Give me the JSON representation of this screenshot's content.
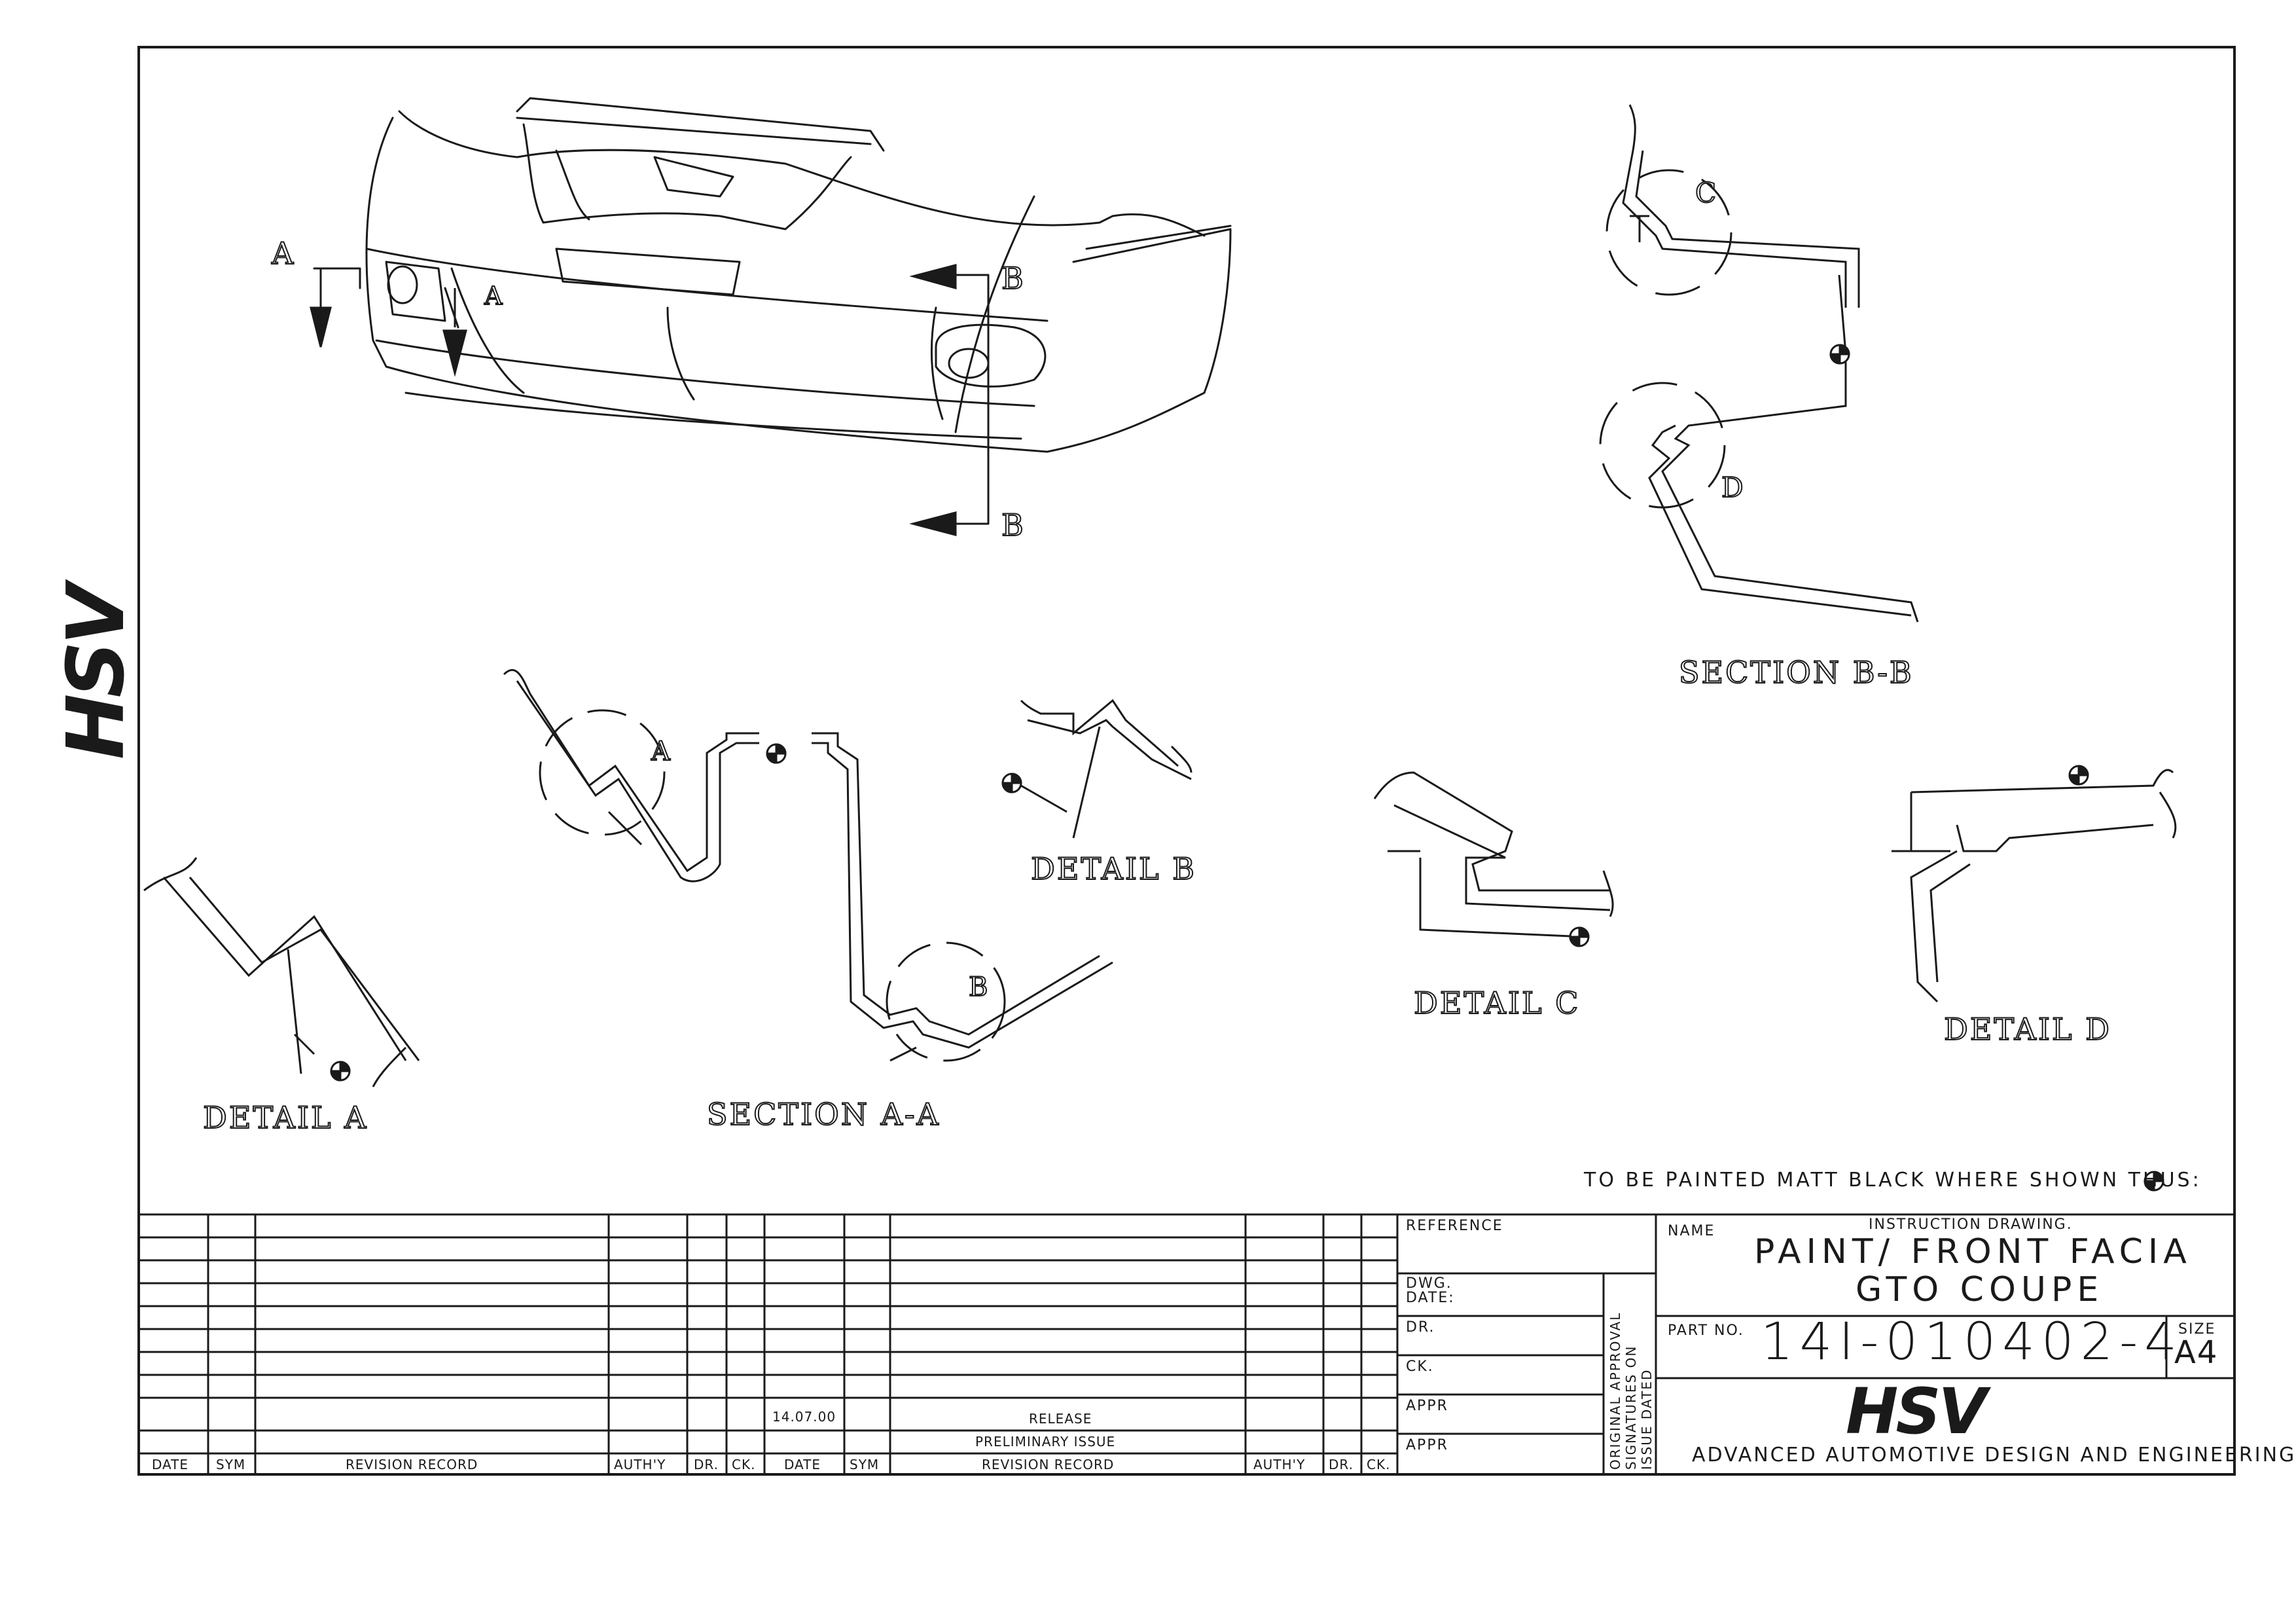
{
  "logos": {
    "side": "HSV",
    "titleblock": "HSV"
  },
  "views": {
    "section_aa": "SECTION  A-A",
    "section_bb": "SECTION  B-B",
    "detail_a": "DETAIL  A",
    "detail_b": "DETAIL  B",
    "detail_c": "DETAIL  C",
    "detail_d": "DETAIL  D"
  },
  "callouts": {
    "a_left": "A",
    "a_inner": "A",
    "b_top": "B",
    "b_bottom": "B",
    "section_a_circle": "A",
    "section_b_circle": "B",
    "c_circle": "C",
    "d_circle": "D"
  },
  "note": "TO BE PAINTED MATT BLACK WHERE SHOWN THUS:",
  "revision_table": {
    "headers": [
      "DATE",
      "SYM",
      "REVISION RECORD",
      "AUTH'Y",
      "DR.",
      "CK.",
      "DATE",
      "SYM",
      "REVISION RECORD",
      "AUTH'Y",
      "DR.",
      "CK."
    ],
    "entries": [
      {
        "date": "14.07.00",
        "text": "RELEASE"
      },
      {
        "date": "",
        "text": "PRELIMINARY ISSUE"
      }
    ]
  },
  "approval": {
    "reference": "REFERENCE",
    "dwg_date": "DWG.\nDATE:",
    "dr": "DR.",
    "ck": "CK.",
    "appr1": "APPR",
    "appr2": "APPR",
    "vertical_1": "ORIGINAL APPROVAL",
    "vertical_2": "SIGNATURES ON",
    "vertical_3": "ISSUE DATED"
  },
  "title": {
    "name_label": "NAME",
    "subtitle": "INSTRUCTION DRAWING.",
    "line1": "PAINT/ FRONT FACIA",
    "line2": "GTO COUPE",
    "part_label": "PART NO.",
    "part_no": "14I-010402-4",
    "size_label": "SIZE",
    "size": "A4",
    "company": "ADVANCED AUTOMOTIVE DESIGN AND ENGINEERING"
  },
  "colors": {
    "ink": "#1a1a1a",
    "paper": "#ffffff"
  }
}
